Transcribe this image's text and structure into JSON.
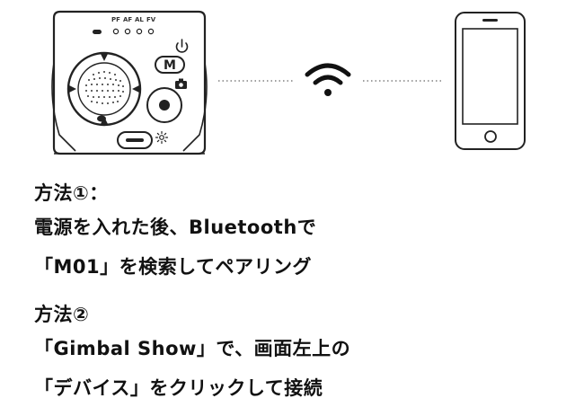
{
  "device": {
    "indicator_labels": [
      "PF",
      "AF",
      "AL",
      "FV"
    ],
    "mode_button_label": "M"
  },
  "method1": {
    "title": "方法①：",
    "lines": [
      "電源を入れた後、Bluetoothで",
      "「M01」を検索してペアリング"
    ]
  },
  "method2": {
    "title": "方法②",
    "lines": [
      "「Gimbal Show」で、画面左上の",
      "「デバイス」をクリックして接続"
    ]
  },
  "icons": [
    "power-icon",
    "camera-icon",
    "brightness-icon",
    "wifi-icon",
    "smartphone-icon"
  ]
}
